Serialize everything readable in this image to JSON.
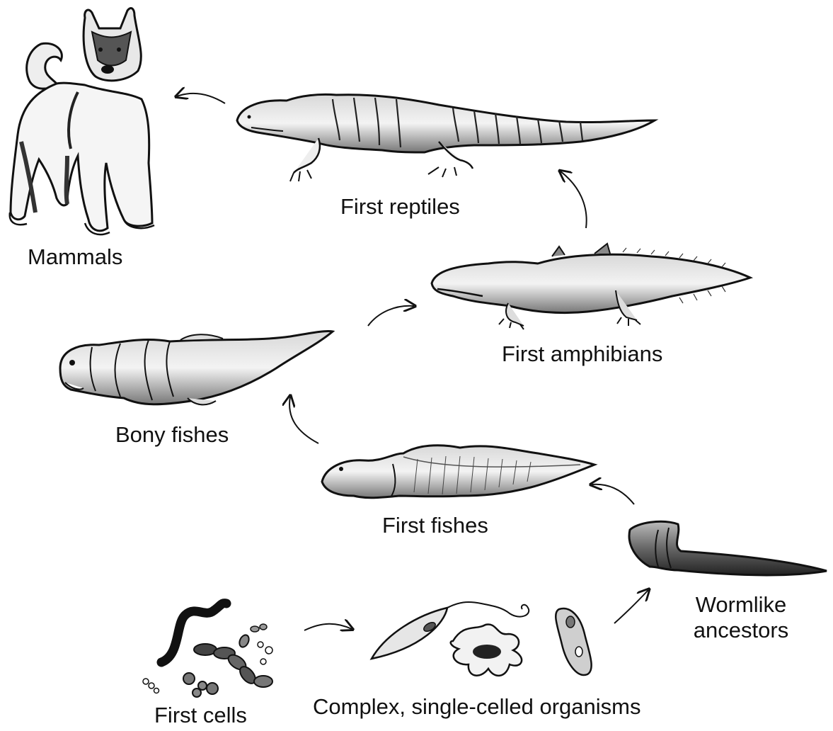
{
  "diagram": {
    "stages": [
      {
        "id": "first-cells",
        "label": "First cells"
      },
      {
        "id": "complex-single-celled",
        "label": "Complex, single-celled organisms"
      },
      {
        "id": "wormlike",
        "label_lines": [
          "Wormlike",
          "ancestors"
        ]
      },
      {
        "id": "first-fishes",
        "label": "First fishes"
      },
      {
        "id": "bony-fishes",
        "label": "Bony fishes"
      },
      {
        "id": "first-amphibians",
        "label": "First amphibians"
      },
      {
        "id": "first-reptiles",
        "label": "First reptiles"
      },
      {
        "id": "mammals",
        "label": "Mammals"
      }
    ]
  }
}
